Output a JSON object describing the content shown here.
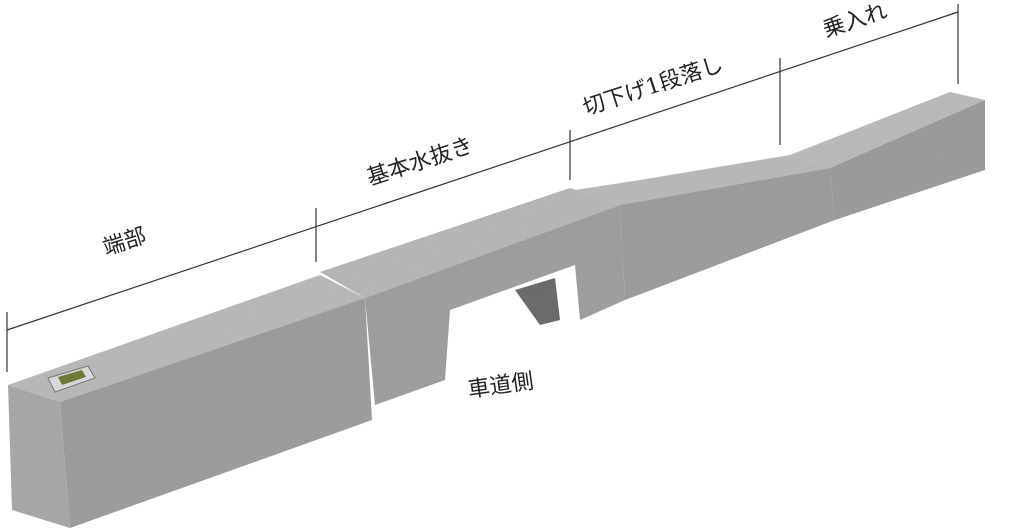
{
  "sections": [
    {
      "label": "端部"
    },
    {
      "label": "基本水抜き"
    },
    {
      "label": "切下げ1段落し"
    },
    {
      "label": "乗入れ"
    }
  ],
  "road_side_label": "車道側",
  "colors": {
    "top": "#b9b9b9",
    "side": "#9c9c9c",
    "end": "#a9a9a9",
    "line": "#333333"
  }
}
